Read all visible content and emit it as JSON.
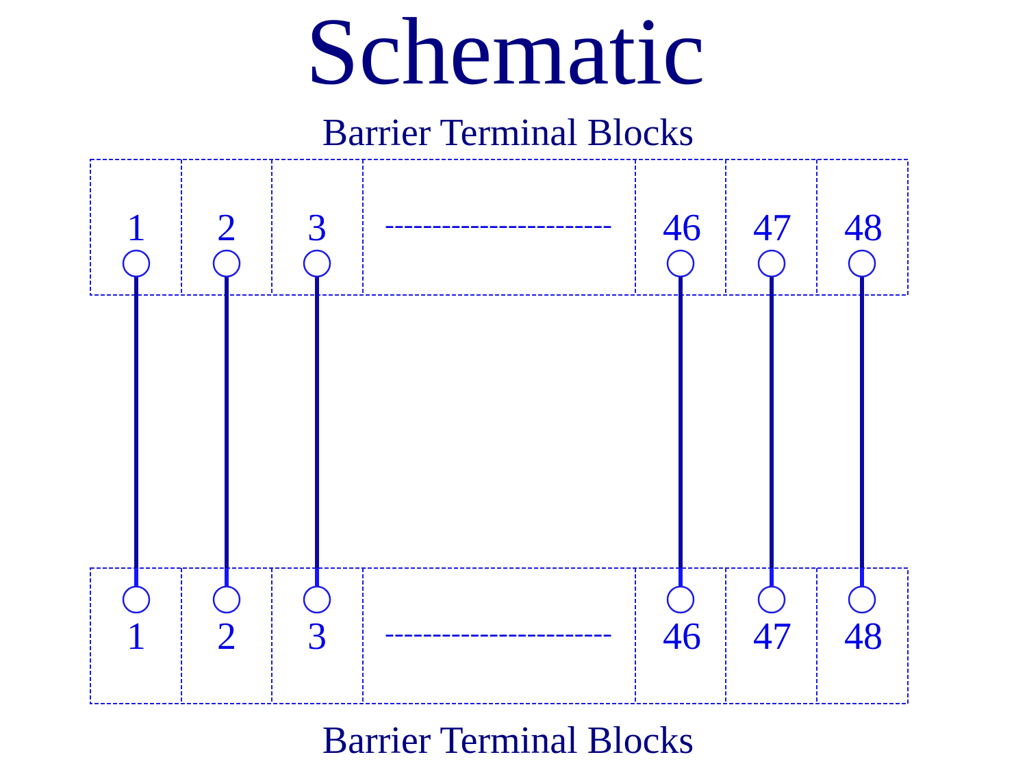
{
  "title": "Schematic",
  "top_block": {
    "caption": "Barrier Terminal Blocks",
    "terminals": [
      "1",
      "2",
      "3",
      "46",
      "47",
      "48"
    ],
    "ellipsis": "------------------------"
  },
  "bottom_block": {
    "caption": "Barrier Terminal Blocks",
    "terminals": [
      "1",
      "2",
      "3",
      "46",
      "47",
      "48"
    ],
    "ellipsis": "------------------------"
  },
  "colors": {
    "title": "#000080",
    "outline": "#1a1ae6",
    "label": "#0000e6",
    "wire": "#0a0aa0",
    "wire_end": "#1515ff"
  }
}
